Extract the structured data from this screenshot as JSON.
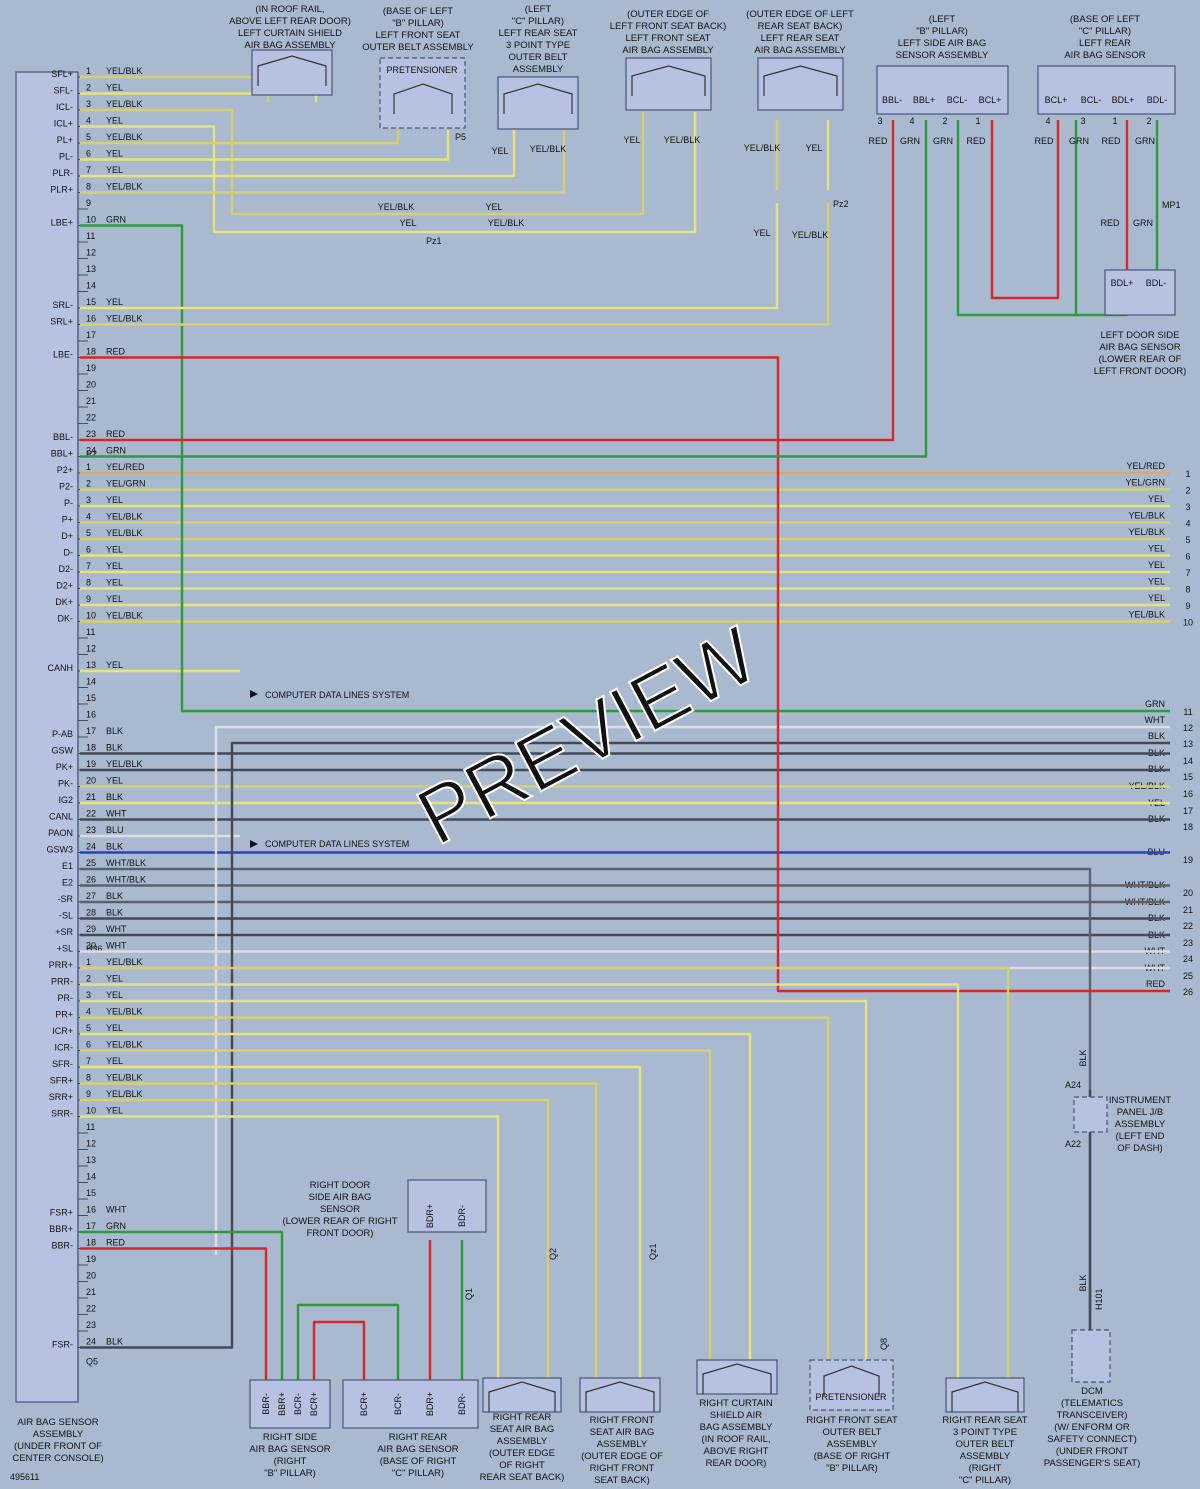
{
  "doc_id": "495611",
  "watermark": "PREVIEW",
  "ecu": {
    "label": [
      "AIR BAG SENSOR",
      "ASSEMBLY",
      "(UNDER FRONT OF",
      "CENTER CONSOLE)"
    ],
    "conn_p2": "P2",
    "conn_h36": "H36",
    "conn_q5": "Q5"
  },
  "components": {
    "curtain_left": [
      "(IN ROOF RAIL,",
      "ABOVE LEFT REAR DOOR)",
      "LEFT CURTAIN SHIELD",
      "AIR BAG ASSEMBLY"
    ],
    "belt_left_front": [
      "(BASE OF LEFT",
      "\"B\" PILLAR)",
      "LEFT FRONT SEAT",
      "OUTER BELT ASSEMBLY"
    ],
    "belt_left_rear": [
      "(LEFT",
      "\"C\" PILLAR)",
      "LEFT REAR SEAT",
      "3 POINT TYPE",
      "OUTER BELT",
      "ASSEMBLY"
    ],
    "seat_left_front": [
      "(OUTER EDGE OF",
      "LEFT FRONT SEAT BACK)",
      "LEFT FRONT SEAT",
      "AIR BAG ASSEMBLY"
    ],
    "seat_left_rear": [
      "(OUTER EDGE OF LEFT",
      "REAR SEAT BACK)",
      "LEFT REAR SEAT",
      "AIR BAG ASSEMBLY"
    ],
    "side_sensor_left": [
      "(LEFT",
      "\"B\" PILLAR)",
      "LEFT SIDE AIR BAG",
      "SENSOR ASSEMBLY"
    ],
    "rear_sensor_left": [
      "(BASE OF LEFT",
      "\"C\" PILLAR)",
      "LEFT REAR",
      "AIR BAG SENSOR"
    ],
    "door_sensor_left": [
      "LEFT DOOR SIDE",
      "AIR BAG SENSOR",
      "(LOWER REAR OF",
      "LEFT FRONT DOOR)"
    ],
    "door_sensor_right": [
      "RIGHT DOOR",
      "SIDE AIR BAG",
      "SENSOR",
      "(LOWER REAR OF RIGHT",
      "FRONT DOOR)"
    ],
    "instrument_jb": [
      "INSTRUMENT",
      "PANEL J/B",
      "ASSEMBLY",
      "(LEFT END",
      "OF DASH)"
    ],
    "side_sensor_right": [
      "RIGHT SIDE",
      "AIR BAG SENSOR",
      "(RIGHT",
      "\"B\" PILLAR)"
    ],
    "rear_sensor_right": [
      "RIGHT REAR",
      "AIR BAG SENSOR",
      "(BASE OF RIGHT",
      "\"C\" PILLAR)"
    ],
    "seat_right_rear": [
      "RIGHT REAR",
      "SEAT AIR BAG",
      "ASSEMBLY",
      "(OUTER EDGE",
      "OF RIGHT",
      "REAR SEAT BACK)"
    ],
    "seat_right_front": [
      "RIGHT FRONT",
      "SEAT AIR BAG",
      "ASSEMBLY",
      "(OUTER EDGE OF",
      "RIGHT FRONT",
      "SEAT BACK)"
    ],
    "curtain_right": [
      "RIGHT CURTAIN",
      "SHIELD AIR",
      "BAG ASSEMBLY",
      "(IN ROOF RAIL,",
      "ABOVE RIGHT",
      "REAR DOOR)"
    ],
    "belt_right_front": [
      "RIGHT FRONT SEAT",
      "OUTER BELT",
      "ASSEMBLY",
      "(BASE OF RIGHT",
      "\"B\" PILLAR)"
    ],
    "belt_right_rear": [
      "RIGHT REAR SEAT",
      "3 POINT TYPE",
      "OUTER BELT",
      "ASSEMBLY",
      "(RIGHT",
      "\"C\" PILLAR)"
    ],
    "dcm": [
      "DCM",
      "(TELEMATICS",
      "TRANSCEIVER)",
      "(W/ ENFORM OR",
      "SAFETY CONNECT)",
      "(UNDER FRONT",
      "PASSENGER'S SEAT)"
    ]
  },
  "texts": {
    "pretensioner": "PRETENSIONER",
    "computer_data": "COMPUTER DATA LINES SYSTEM",
    "side_l_pins": [
      "BBL-",
      "BBL+",
      "BCL-",
      "BCL+"
    ],
    "side_l_nums": [
      "3",
      "4",
      "2",
      "1"
    ],
    "side_l_cols": [
      "RED",
      "GRN",
      "GRN",
      "RED"
    ],
    "rear_l_pins": [
      "BCL+",
      "BCL-",
      "BDL+",
      "BDL-"
    ],
    "rear_l_nums": [
      "4",
      "3",
      "1",
      "2"
    ],
    "rear_l_cols": [
      "RED",
      "GRN",
      "RED",
      "GRN"
    ],
    "door_l_pins": [
      "BDL+",
      "BDL-"
    ],
    "door_r_pins": [
      "BDR+",
      "BDR-"
    ],
    "side_r_pins": [
      "BBR-",
      "BBR+",
      "BCR-",
      "BCR+"
    ],
    "rear_r_pins": [
      "BCR+",
      "BCR-",
      "BDR+",
      "BDR-"
    ],
    "c_p5": "P5",
    "c_pz1": "Pz1",
    "c_pz2": "Pz2",
    "c_mp1": "MP1",
    "c_q1": "Q1",
    "c_q2": "Q2",
    "c_qz1": "Qz1",
    "c_q8": "Q8",
    "c_a24": "A24",
    "c_a22": "A22",
    "c_h101": "H101",
    "yel": "YEL",
    "yelblk": "YEL/BLK",
    "red": "RED",
    "grn": "GRN",
    "blk": "BLK",
    "yelblk2": "YEL/\nBLK"
  },
  "pins": [
    {
      "n": "1",
      "c": "YEL/BLK",
      "p": "SFL+"
    },
    {
      "n": "2",
      "c": "YEL",
      "p": "SFL-"
    },
    {
      "n": "3",
      "c": "YEL/BLK",
      "p": "ICL-"
    },
    {
      "n": "4",
      "c": "YEL",
      "p": "ICL+"
    },
    {
      "n": "5",
      "c": "YEL/BLK",
      "p": "PL+"
    },
    {
      "n": "6",
      "c": "YEL",
      "p": "PL-"
    },
    {
      "n": "7",
      "c": "YEL",
      "p": "PLR-"
    },
    {
      "n": "8",
      "c": "YEL/BLK",
      "p": "PLR+"
    },
    {
      "n": "9",
      "c": "",
      "p": ""
    },
    {
      "n": "10",
      "c": "GRN",
      "p": "LBE+"
    },
    {
      "n": "11",
      "c": "",
      "p": ""
    },
    {
      "n": "12",
      "c": "",
      "p": ""
    },
    {
      "n": "13",
      "c": "",
      "p": ""
    },
    {
      "n": "14",
      "c": "",
      "p": ""
    },
    {
      "n": "15",
      "c": "YEL",
      "p": "SRL-"
    },
    {
      "n": "16",
      "c": "YEL/BLK",
      "p": "SRL+"
    },
    {
      "n": "17",
      "c": "",
      "p": ""
    },
    {
      "n": "18",
      "c": "RED",
      "p": "LBE-"
    },
    {
      "n": "19",
      "c": "",
      "p": ""
    },
    {
      "n": "20",
      "c": "",
      "p": ""
    },
    {
      "n": "21",
      "c": "",
      "p": ""
    },
    {
      "n": "22",
      "c": "",
      "p": ""
    },
    {
      "n": "23",
      "c": "RED",
      "p": "BBL-"
    },
    {
      "n": "24",
      "c": "GRN",
      "p": "BBL+"
    },
    {
      "n": "1",
      "c": "YEL/RED",
      "p": "P2+"
    },
    {
      "n": "2",
      "c": "YEL/GRN",
      "p": "P2-"
    },
    {
      "n": "3",
      "c": "YEL",
      "p": "P-"
    },
    {
      "n": "4",
      "c": "YEL/BLK",
      "p": "P+"
    },
    {
      "n": "5",
      "c": "YEL/BLK",
      "p": "D+"
    },
    {
      "n": "6",
      "c": "YEL",
      "p": "D-"
    },
    {
      "n": "7",
      "c": "YEL",
      "p": "D2-"
    },
    {
      "n": "8",
      "c": "YEL",
      "p": "D2+"
    },
    {
      "n": "9",
      "c": "YEL",
      "p": "DK+"
    },
    {
      "n": "10",
      "c": "YEL/BLK",
      "p": "DK-"
    },
    {
      "n": "11",
      "c": "",
      "p": ""
    },
    {
      "n": "12",
      "c": "",
      "p": ""
    },
    {
      "n": "13",
      "c": "YEL",
      "p": "CANH"
    },
    {
      "n": "14",
      "c": "",
      "p": ""
    },
    {
      "n": "15",
      "c": "",
      "p": ""
    },
    {
      "n": "16",
      "c": "",
      "p": ""
    },
    {
      "n": "17",
      "c": "BLK",
      "p": "P-AB"
    },
    {
      "n": "18",
      "c": "BLK",
      "p": "GSW"
    },
    {
      "n": "19",
      "c": "YEL/BLK",
      "p": "PK+"
    },
    {
      "n": "20",
      "c": "YEL",
      "p": "PK-"
    },
    {
      "n": "21",
      "c": "BLK",
      "p": "IG2"
    },
    {
      "n": "22",
      "c": "WHT",
      "p": "CANL"
    },
    {
      "n": "23",
      "c": "BLU",
      "p": "PAON"
    },
    {
      "n": "24",
      "c": "BLK",
      "p": "GSW3"
    },
    {
      "n": "25",
      "c": "WHT/BLK",
      "p": "E1"
    },
    {
      "n": "26",
      "c": "WHT/BLK",
      "p": "E2"
    },
    {
      "n": "27",
      "c": "BLK",
      "p": "-SR"
    },
    {
      "n": "28",
      "c": "BLK",
      "p": "-SL"
    },
    {
      "n": "29",
      "c": "WHT",
      "p": "+SR"
    },
    {
      "n": "30",
      "c": "WHT",
      "p": "+SL"
    },
    {
      "n": "1",
      "c": "YEL/BLK",
      "p": "PRR+"
    },
    {
      "n": "2",
      "c": "YEL",
      "p": "PRR-"
    },
    {
      "n": "3",
      "c": "YEL",
      "p": "PR-"
    },
    {
      "n": "4",
      "c": "YEL/BLK",
      "p": "PR+"
    },
    {
      "n": "5",
      "c": "YEL",
      "p": "ICR+"
    },
    {
      "n": "6",
      "c": "YEL/BLK",
      "p": "ICR-"
    },
    {
      "n": "7",
      "c": "YEL",
      "p": "SFR-"
    },
    {
      "n": "8",
      "c": "YEL/BLK",
      "p": "SFR+"
    },
    {
      "n": "9",
      "c": "YEL/BLK",
      "p": "SRR+"
    },
    {
      "n": "10",
      "c": "YEL",
      "p": "SRR-"
    },
    {
      "n": "11",
      "c": "",
      "p": ""
    },
    {
      "n": "12",
      "c": "",
      "p": ""
    },
    {
      "n": "13",
      "c": "",
      "p": ""
    },
    {
      "n": "14",
      "c": "",
      "p": ""
    },
    {
      "n": "15",
      "c": "",
      "p": ""
    },
    {
      "n": "16",
      "c": "WHT",
      "p": "FSR+"
    },
    {
      "n": "17",
      "c": "GRN",
      "p": "BBR+"
    },
    {
      "n": "18",
      "c": "RED",
      "p": "BBR-"
    },
    {
      "n": "19",
      "c": "",
      "p": ""
    },
    {
      "n": "20",
      "c": "",
      "p": ""
    },
    {
      "n": "21",
      "c": "",
      "p": ""
    },
    {
      "n": "22",
      "c": "",
      "p": ""
    },
    {
      "n": "23",
      "c": "",
      "p": ""
    },
    {
      "n": "24",
      "c": "BLK",
      "p": "FSR-"
    }
  ],
  "right_pins": [
    {
      "n": "1",
      "c": "YEL/RED"
    },
    {
      "n": "2",
      "c": "YEL/GRN"
    },
    {
      "n": "3",
      "c": "YEL"
    },
    {
      "n": "4",
      "c": "YEL/BLK"
    },
    {
      "n": "5",
      "c": "YEL/BLK"
    },
    {
      "n": "6",
      "c": "YEL"
    },
    {
      "n": "7",
      "c": "YEL"
    },
    {
      "n": "8",
      "c": "YEL"
    },
    {
      "n": "9",
      "c": "YEL"
    },
    {
      "n": "10",
      "c": "YEL/BLK"
    },
    {
      "n": "11",
      "c": "GRN"
    },
    {
      "n": "12",
      "c": "WHT"
    },
    {
      "n": "13",
      "c": "BLK"
    },
    {
      "n": "14",
      "c": "BLK"
    },
    {
      "n": "15",
      "c": "BLK"
    },
    {
      "n": "16",
      "c": "YEL/BLK"
    },
    {
      "n": "17",
      "c": "YEL"
    },
    {
      "n": "18",
      "c": "BLK"
    },
    {
      "n": "19",
      "c": "BLU"
    },
    {
      "n": "20",
      "c": "WHT/BLK"
    },
    {
      "n": "21",
      "c": "WHT/BLK"
    },
    {
      "n": "22",
      "c": "BLK"
    },
    {
      "n": "23",
      "c": "BLK"
    },
    {
      "n": "24",
      "c": "WHT"
    },
    {
      "n": "25",
      "c": "WHT"
    },
    {
      "n": "26",
      "c": "RED"
    }
  ],
  "wire_colors": {
    "YEL": "#e8e37a",
    "YEL/BLK": "#d7d06a",
    "YEL/RED": "#e0a860",
    "YEL/GRN": "#c9d27a",
    "GRN": "#2f9a3c",
    "RED": "#d8262a",
    "BLK": "#444a55",
    "WHT": "#d9dde6",
    "WHT/BLK": "#5a606c",
    "BLU": "#2a3fc8"
  }
}
